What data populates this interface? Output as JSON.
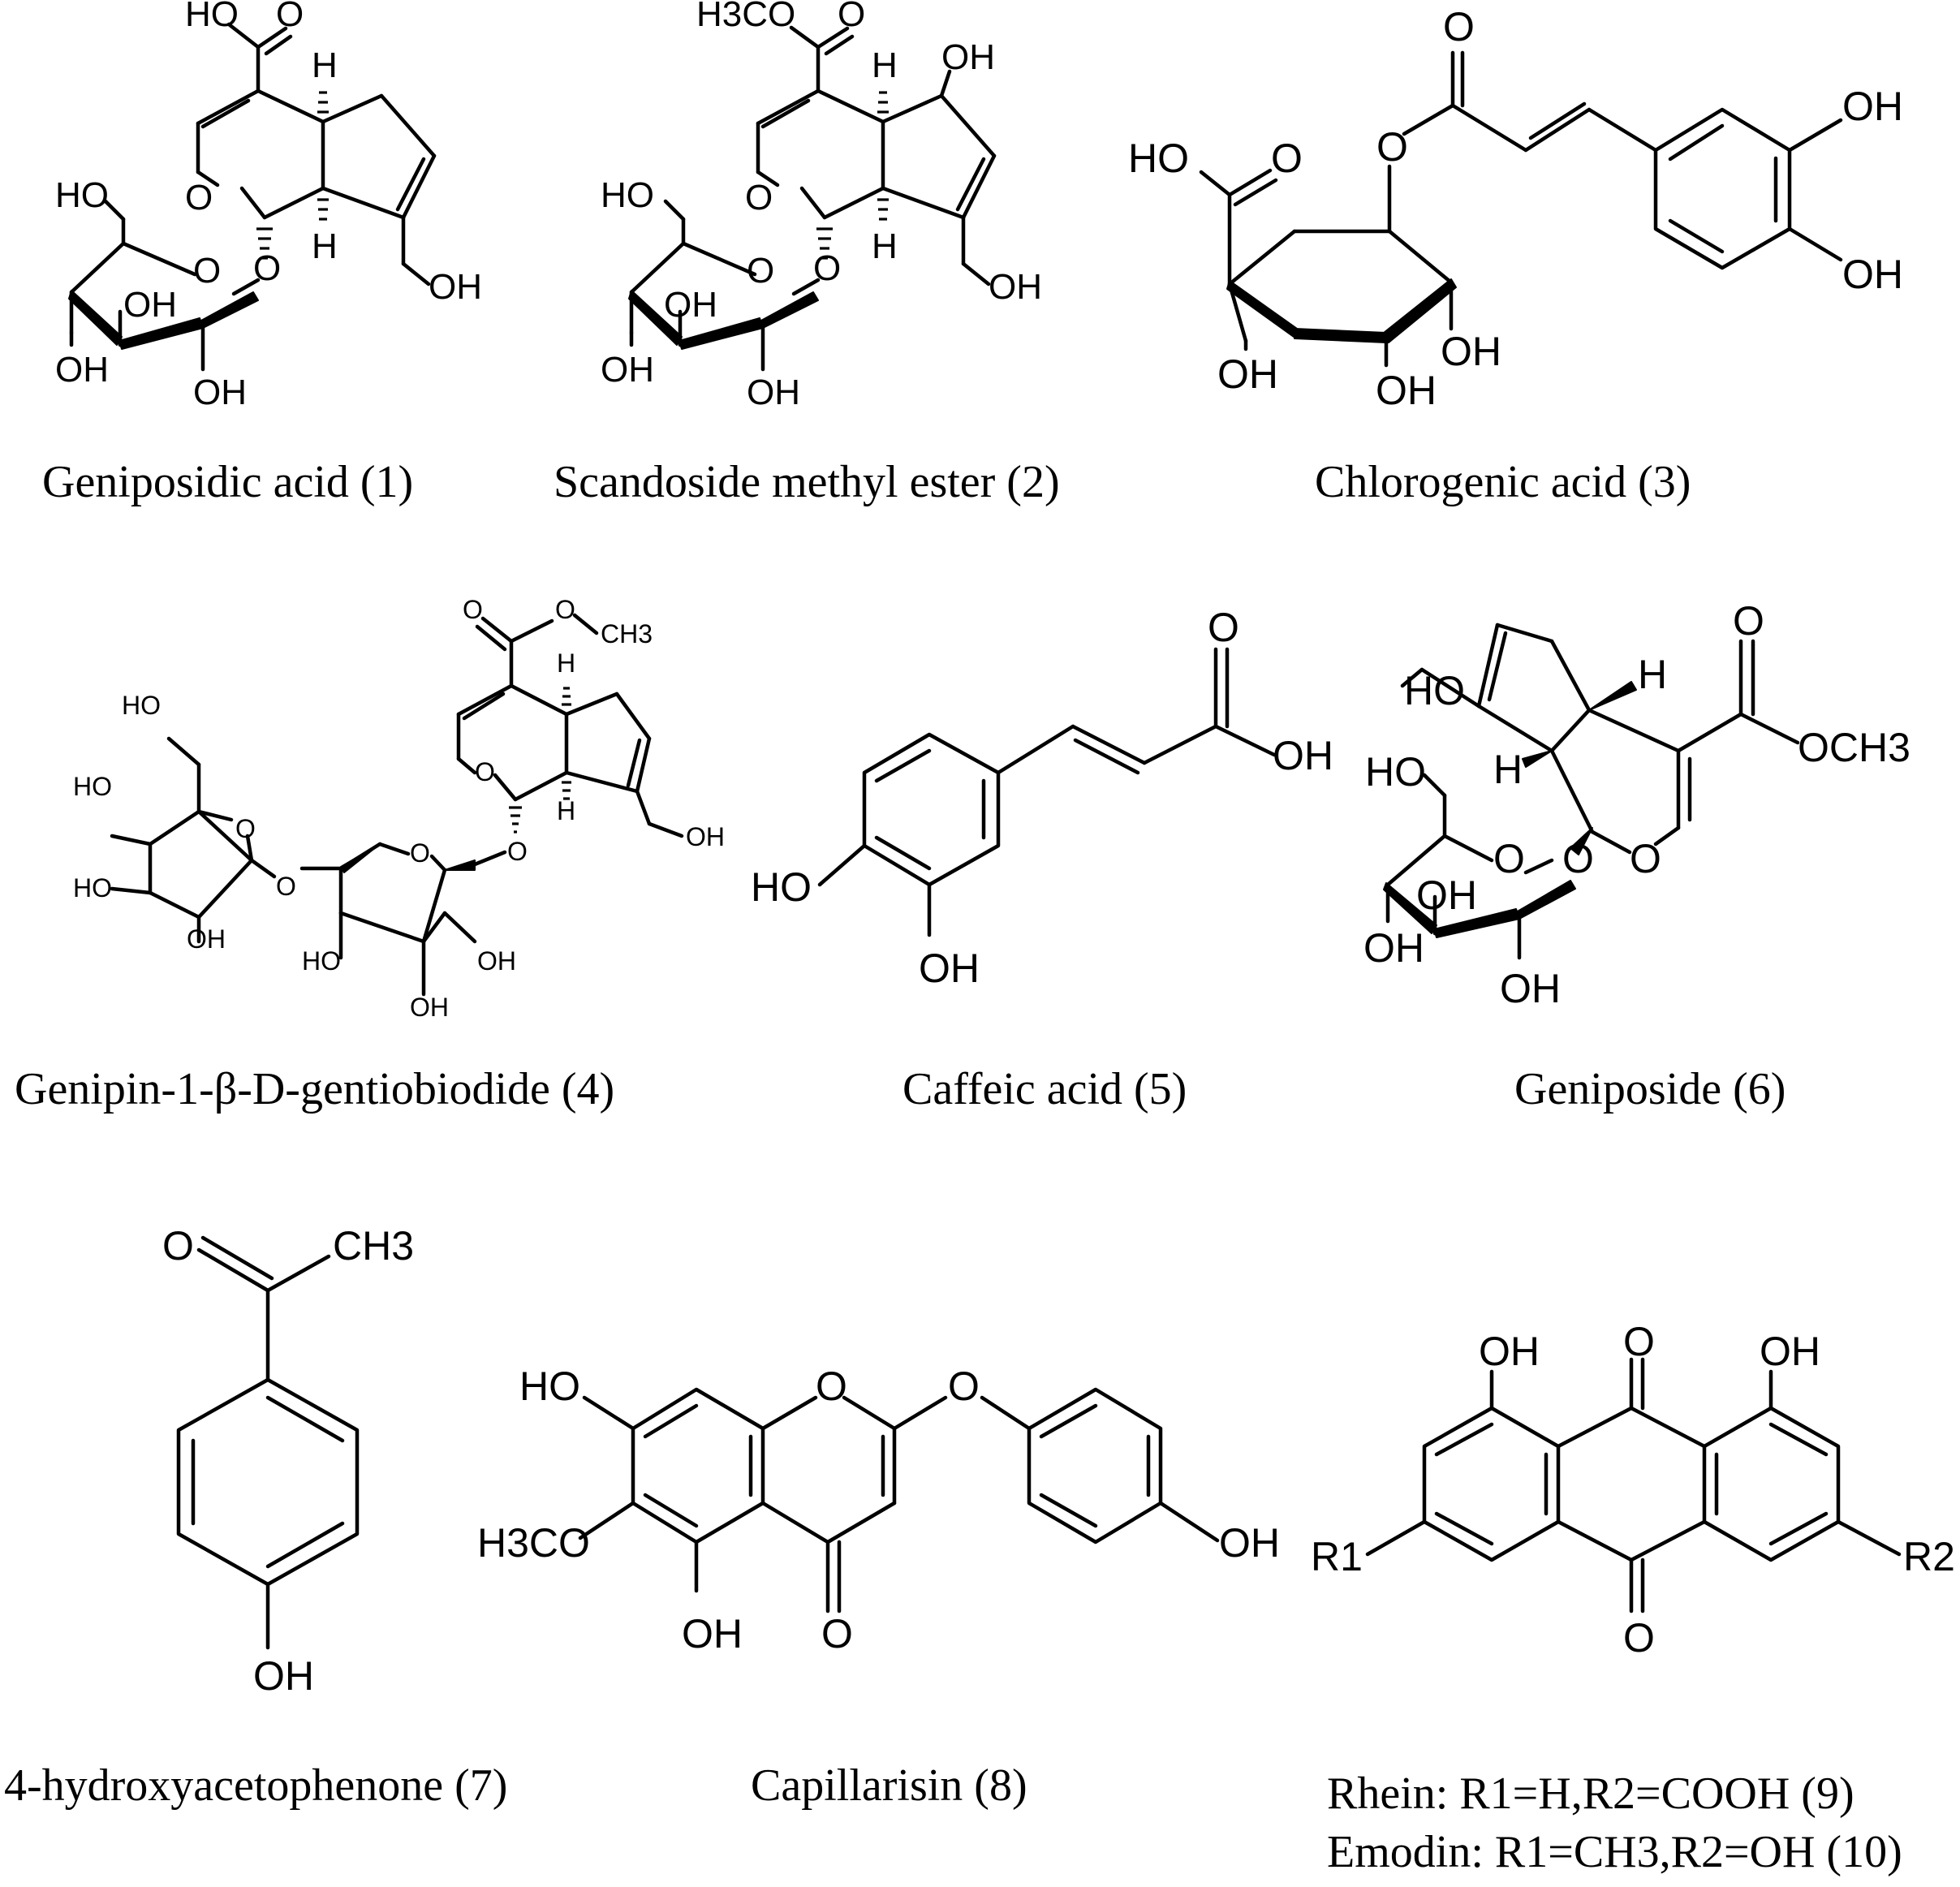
{
  "compounds": [
    {
      "id": 1,
      "name": "Geniposidic acid (1)",
      "labels": {
        "cooh": "HO",
        "o_carbonyl": "O",
        "ring_o": "O",
        "glyc_o": "O",
        "h_top": "H",
        "h_bot": "H",
        "ch2oh": "OH",
        "sugar_ch2oh": "HO",
        "sugar_o": "O",
        "oh_a": "OH",
        "oh_b": "OH",
        "oh_c": "OH"
      }
    },
    {
      "id": 2,
      "name": "Scandoside methyl ester (2)",
      "labels": {
        "ester": "H3CO",
        "o_carbonyl": "O",
        "ring_o": "O",
        "glyc_o": "O",
        "h_top": "H",
        "h_bot": "H",
        "oh_top": "OH",
        "ch2oh": "OH",
        "sugar_ch2oh": "HO",
        "sugar_o": "O",
        "oh_a": "OH",
        "oh_b": "OH",
        "oh_c": "OH"
      }
    },
    {
      "id": 3,
      "name": "Chlorogenic acid (3)",
      "labels": {
        "cooh": "HO",
        "o_carbonyl": "O",
        "ester_o": "O",
        "ester_co": "O",
        "oh_ar1": "OH",
        "oh_ar2": "OH",
        "oh_a": "OH",
        "oh_b": "OH",
        "oh_c": "OH"
      }
    },
    {
      "id": 4,
      "name": "Genipin-1-β-D-gentiobiodide (4)",
      "labels": {
        "o_carbonyl": "O",
        "ester_o": "O",
        "ch3": "CH3",
        "h_top": "H",
        "h_bot": "H",
        "ring_o": "O",
        "glyc_o": "O",
        "ch2oh": "OH",
        "s1_ho": "HO",
        "s1_o": "O",
        "s1_ho2": "HO",
        "s1_ho3": "HO",
        "s1_oh": "OH",
        "link_o": "O",
        "s2_o": "O",
        "s2_ho": "HO",
        "s2_oh": "OH",
        "s2_oh2": "OH"
      }
    },
    {
      "id": 5,
      "name": "Caffeic acid (5)",
      "labels": {
        "o_carbonyl": "O",
        "oh_acid": "OH",
        "ho_ar": "HO",
        "oh_ar": "OH"
      }
    },
    {
      "id": 6,
      "name": "Geniposide (6)",
      "labels": {
        "ho_ch2": "HO",
        "h_right": "H",
        "h_left": "H",
        "o_carbonyl": "O",
        "och3": "OCH3",
        "ring_o": "O",
        "glyc_o": "O",
        "sugar_ch2oh": "HO",
        "sugar_o": "O",
        "oh_a": "OH",
        "oh_b": "OH",
        "oh_c": "OH"
      }
    },
    {
      "id": 7,
      "name": "4-hydroxyacetophenone (7)",
      "labels": {
        "o_carbonyl": "O",
        "ch3": "CH3",
        "oh": "OH"
      }
    },
    {
      "id": 8,
      "name": "Capillarisin (8)",
      "labels": {
        "ho": "HO",
        "ring_o": "O",
        "ether_o": "O",
        "h3co": "H3CO",
        "oh5": "OH",
        "c4_o": "O",
        "oh_ar": "OH"
      }
    },
    {
      "id": 9,
      "name_line1": "Rhein: R1=H,R2=COOH (9)",
      "name_line2": "Emodin: R1=CH3,R2=OH (10)",
      "labels": {
        "oh1": "OH",
        "o9": "O",
        "oh8": "OH",
        "o10": "O",
        "r1": "R1",
        "r2": "R2"
      }
    }
  ]
}
